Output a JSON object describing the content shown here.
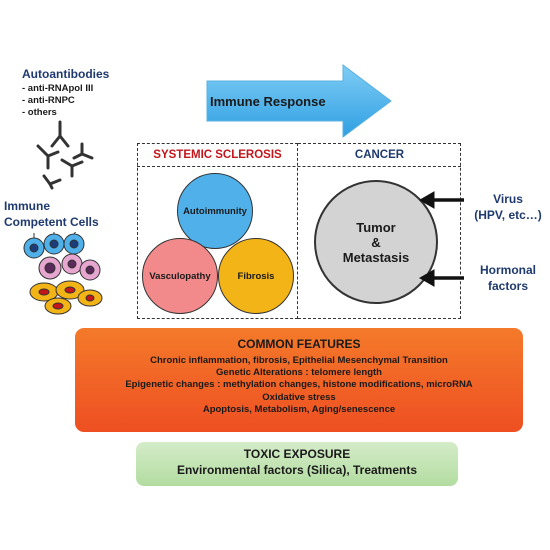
{
  "autoantibodies": {
    "title": "Autoantibodies",
    "items": [
      "- anti-RNApol III",
      "- anti-RNPC",
      "- others"
    ]
  },
  "immune_cells": {
    "title": "Immune Competent Cells"
  },
  "immune_response": {
    "label": "Immune Response"
  },
  "systemic_sclerosis": {
    "title": "SYSTEMIC SCLEROSIS",
    "circles": {
      "autoimmunity": "Autoimmunity",
      "vasculopathy": "Vasculopathy",
      "fibrosis": "Fibrosis"
    }
  },
  "cancer": {
    "title": "CANCER",
    "tumor_line1": "Tumor",
    "tumor_line2": "&",
    "tumor_line3": "Metastasis"
  },
  "factors": {
    "virus_line1": "Virus",
    "virus_line2": "(HPV, etc…)",
    "hormonal_line1": "Hormonal",
    "hormonal_line2": "factors"
  },
  "common_features": {
    "title": "COMMON FEATURES",
    "lines": [
      "Chronic inflammation, fibrosis, Epithelial Mesenchymal Transition",
      "Genetic Alterations : telomere length",
      "Epigenetic changes :  methylation changes, histone modifications, microRNA",
      "Oxidative stress",
      "Apoptosis, Metabolism, Aging/senescence"
    ]
  },
  "toxic_exposure": {
    "title": "TOXIC EXPOSURE",
    "subtitle": "Environmental factors (Silica), Treatments"
  },
  "colors": {
    "navy_text": "#1f3a6e",
    "ssc_red": "#c2161b",
    "arrow_blue": "#4fb3ea",
    "autoimmunity_blue": "#4fb0ea",
    "vasculopathy_pink": "#f28a8c",
    "fibrosis_yellow": "#f2b417",
    "tumor_gray": "#d3d3d3",
    "common_orange": "#f1642a",
    "toxic_green": "#c6e5b8"
  }
}
